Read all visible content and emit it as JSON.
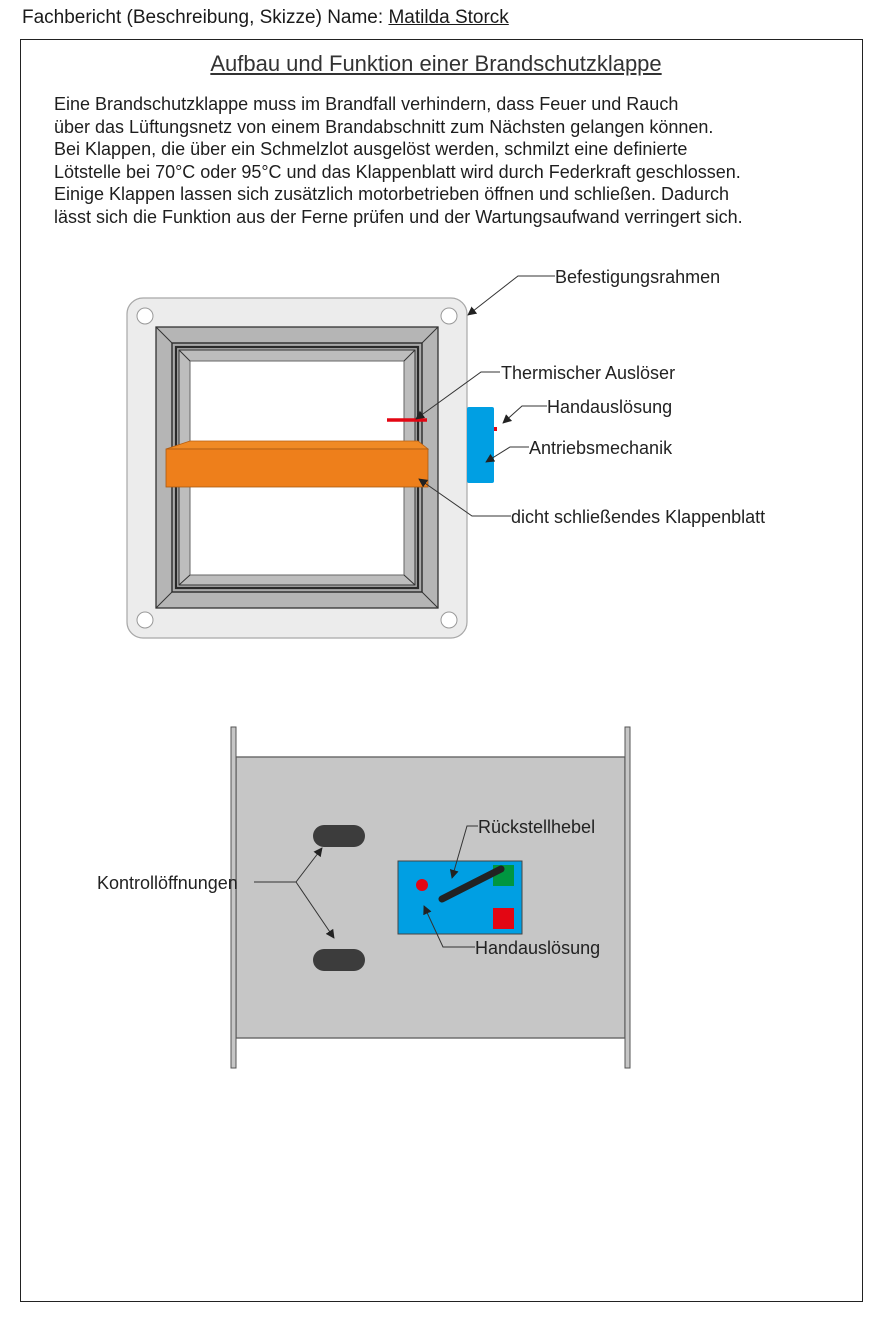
{
  "header": {
    "prefix": "Fachbericht (Beschreibung, Skizze) Name: ",
    "name": "Matilda Storck"
  },
  "document": {
    "title": "Aufbau und Funktion einer Brandschutzklappe",
    "paragraph_lines": [
      "Eine Brandschutzklappe muss im Brandfall verhindern, dass Feuer und Rauch",
      "über das Lüftungsnetz von einem Brandabschnitt zum Nächsten gelangen können.",
      "Bei Klappen, die über ein Schmelzlot ausgelöst werden, schmilzt eine definierte",
      "Lötstelle bei 70°C oder 95°C  und das Klappenblatt wird durch Federkraft geschlossen.",
      "Einige Klappen lassen sich zusätzlich motorbetrieben öffnen und schließen. Dadurch",
      "lässt sich die Funktion aus der Ferne prüfen und der Wartungsaufwand verringert sich."
    ]
  },
  "front_view": {
    "labels": {
      "mounting_frame": "Befestigungsrahmen",
      "thermal_trigger": "Thermischer Auslöser",
      "manual_release": "Handauslösung",
      "drive_mechanism": "Antriebsmechanik",
      "damper_blade": "dicht schließendes Klappenblatt"
    },
    "colors": {
      "plate": "#ececec",
      "frame_gray": "#b4b4b4",
      "blade": "#ee7f1b",
      "actuator": "#009fe3",
      "trigger": "#e30613"
    }
  },
  "side_view": {
    "labels": {
      "inspection_openings": "Kontrollöffnungen",
      "reset_lever": "Rückstellhebel",
      "manual_release": "Handauslösung"
    },
    "colors": {
      "body": "#c6c6c6",
      "opening": "#3c3c3c",
      "panel": "#009fe3",
      "indicator_green": "#009640",
      "indicator_red": "#e30613"
    }
  }
}
